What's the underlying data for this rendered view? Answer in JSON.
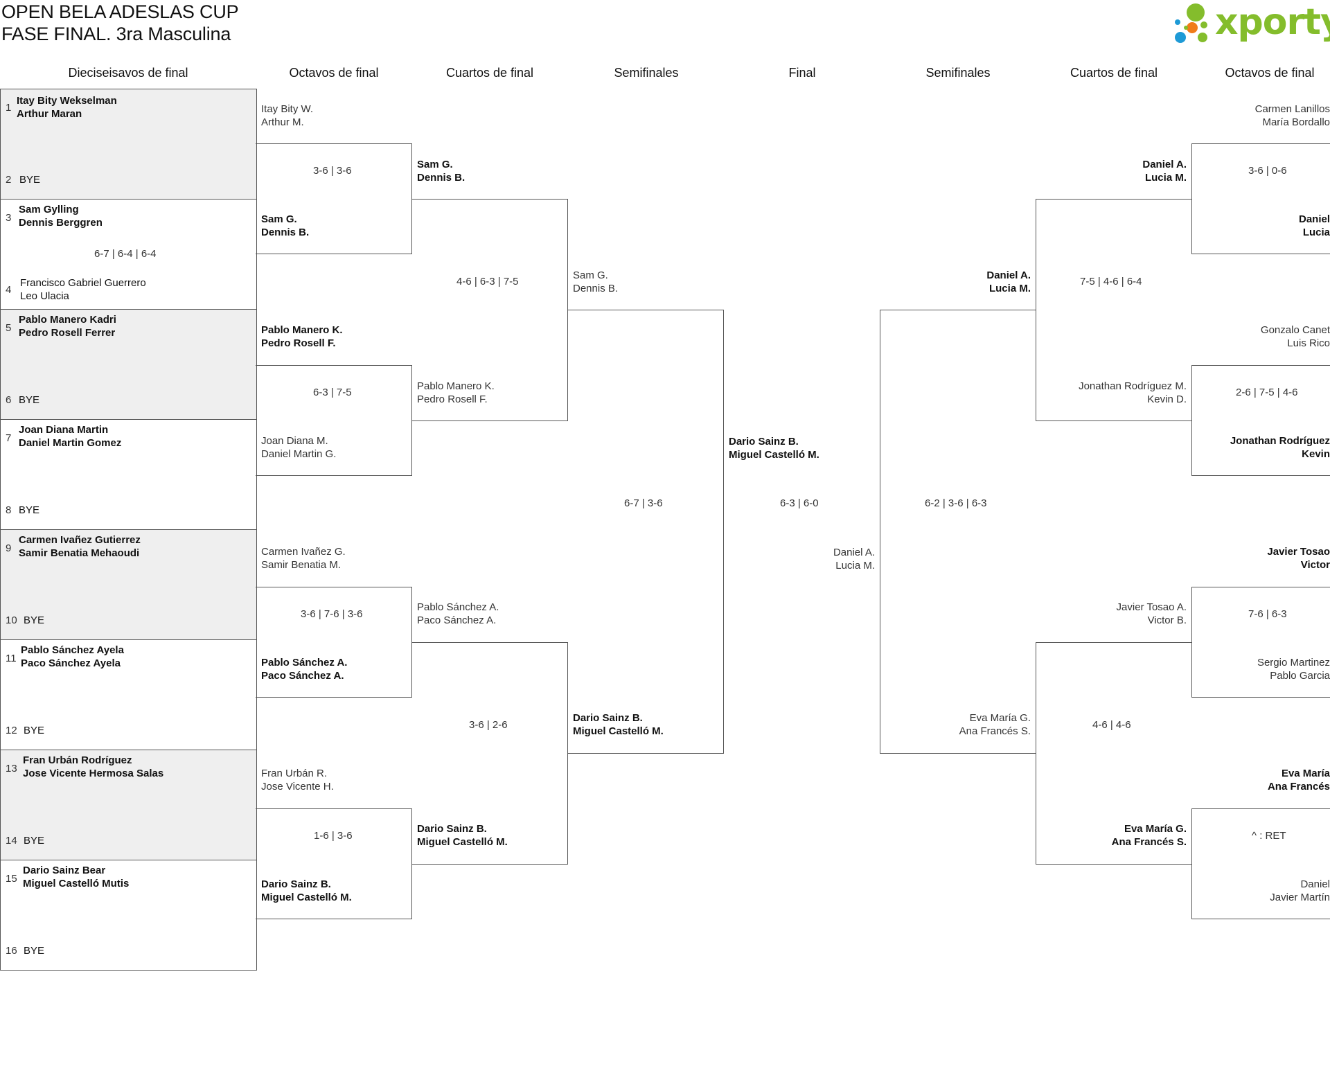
{
  "title": {
    "line1": "OPEN BELA ADESLAS CUP",
    "line2": "FASE FINAL. 3ra Masculina"
  },
  "logo": {
    "text": "xporty",
    "color": "#84bd2c",
    "dot_colors": [
      "#1e9ad6",
      "#f07c1a",
      "#84bd2c"
    ]
  },
  "columns": {
    "r32": "Dieciseisavos de final",
    "r16_left": "Octavos de final",
    "qf_left": "Cuartos de final",
    "sf_left": "Semifinales",
    "final": "Final",
    "sf_right": "Semifinales",
    "qf_right": "Cuartos de final",
    "r16_right": "Octavos de final"
  },
  "r32_matches": [
    {
      "a_seed": "1",
      "a1": "Itay Bity Wekselman",
      "a2": "Arthur Maran",
      "b_seed": "2",
      "b1": "BYE",
      "b2": "",
      "score": ""
    },
    {
      "a_seed": "3",
      "a1": "Sam Gylling",
      "a2": "Dennis Berggren",
      "b_seed": "4",
      "b1": "Francisco Gabriel Guerrero",
      "b2": "Leo Ulacia",
      "score": "6-7 | 6-4 | 6-4"
    },
    {
      "a_seed": "5",
      "a1": "Pablo Manero Kadri",
      "a2": "Pedro Rosell Ferrer",
      "b_seed": "6",
      "b1": "BYE",
      "b2": "",
      "score": ""
    },
    {
      "a_seed": "7",
      "a1": "Joan Diana Martin",
      "a2": "Daniel Martin Gomez",
      "b_seed": "8",
      "b1": "BYE",
      "b2": "",
      "score": ""
    },
    {
      "a_seed": "9",
      "a1": "Carmen Ivañez Gutierrez",
      "a2": "Samir Benatia Mehaoudi",
      "b_seed": "10",
      "b1": "BYE",
      "b2": "",
      "score": ""
    },
    {
      "a_seed": "11",
      "a1": "Pablo Sánchez Ayela",
      "a2": "Paco Sánchez Ayela",
      "b_seed": "12",
      "b1": "BYE",
      "b2": "",
      "score": ""
    },
    {
      "a_seed": "13",
      "a1": "Fran Urbán Rodríguez",
      "a2": "Jose Vicente Hermosa Salas",
      "b_seed": "14",
      "b1": "BYE",
      "b2": "",
      "score": ""
    },
    {
      "a_seed": "15",
      "a1": "Dario Sainz Bear",
      "a2": "Miguel Castelló Mutis",
      "b_seed": "16",
      "b1": "BYE",
      "b2": "",
      "score": ""
    }
  ],
  "r16_left": [
    {
      "a1": "Itay Bity W.",
      "a2": "Arthur M.",
      "b1": "Sam G.",
      "b2": "Dennis B.",
      "score": "3-6 | 3-6"
    },
    {
      "a1": "Pablo Manero K.",
      "a2": "Pedro Rosell F.",
      "b1": "Joan Diana M.",
      "b2": "Daniel Martin G.",
      "score": "6-3 | 7-5"
    },
    {
      "a1": "Carmen Ivañez G.",
      "a2": "Samir Benatia M.",
      "b1": "Pablo Sánchez A.",
      "b2": "Paco Sánchez A.",
      "score": "3-6 | 7-6 | 3-6"
    },
    {
      "a1": "Fran Urbán R.",
      "a2": "Jose Vicente H.",
      "b1": "Dario Sainz B.",
      "b2": "Miguel Castelló M.",
      "score": "1-6 | 3-6"
    }
  ],
  "qf_left": [
    {
      "a1": "Sam G.",
      "a2": "Dennis B.",
      "b1": "Pablo Manero K.",
      "b2": "Pedro Rosell F.",
      "score": "4-6 | 6-3 | 7-5"
    },
    {
      "a1": "Pablo Sánchez A.",
      "a2": "Paco Sánchez A.",
      "b1": "Dario Sainz B.",
      "b2": "Miguel Castelló M.",
      "score": "3-6 | 2-6"
    }
  ],
  "sf_left": {
    "a1": "Sam G.",
    "a2": "Dennis B.",
    "b1": "Dario Sainz B.",
    "b2": "Miguel Castelló M.",
    "score": "6-7 | 3-6"
  },
  "final": {
    "a1": "Dario Sainz B.",
    "a2": "Miguel Castelló M.",
    "b1": "Daniel A.",
    "b2": "Lucia M.",
    "score": "6-3 | 6-0"
  },
  "sf_right": {
    "a1": "Daniel A.",
    "a2": "Lucia M.",
    "b1": "Eva María G.",
    "b2": "Ana Francés S.",
    "score": "6-2 | 3-6 | 6-3"
  },
  "qf_right": [
    {
      "a1": "Daniel A.",
      "a2": "Lucia M.",
      "b1": "Jonathan Rodríguez M.",
      "b2": "Kevin D.",
      "score": "7-5 | 4-6 | 6-4"
    },
    {
      "a1": "Javier Tosao A.",
      "a2": "Victor B.",
      "b1": "Eva María G.",
      "b2": "Ana Francés S.",
      "score": "4-6 | 4-6"
    }
  ],
  "r16_right": [
    {
      "a1": "Carmen Lanillos",
      "a2": "María Bordallo",
      "b1": "Daniel",
      "b2": "Lucia",
      "score": "3-6 | 0-6"
    },
    {
      "a1": "Gonzalo Canet",
      "a2": "Luis Rico",
      "b1": "Jonathan Rodríguez",
      "b2": "Kevin",
      "score": "2-6 | 7-5 | 4-6"
    },
    {
      "a1": "Javier Tosao",
      "a2": "Victor",
      "b1": "Sergio Martinez",
      "b2": "Pablo Garcia",
      "score": "7-6 | 6-3"
    },
    {
      "a1": "Eva María",
      "a2": "Ana Francés",
      "b1": "Daniel",
      "b2": "Javier Martín",
      "score": "^ : RET"
    }
  ]
}
